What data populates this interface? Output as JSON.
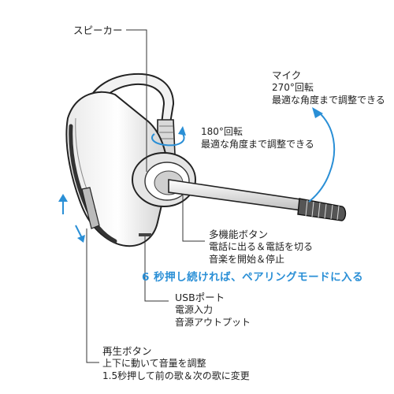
{
  "labels": {
    "speaker": "スピーカー",
    "mic": {
      "title": "マイク",
      "rotation": "270°回転",
      "adjust": "最適な角度まで調整できる"
    },
    "boom_rotation": {
      "rotation": "180°回転",
      "adjust": "最適な角度まで調整できる"
    },
    "multi_button": {
      "title": "多機能ボタン",
      "line1": "電話に出る＆電話を切る",
      "line2": "音楽を開始＆停止"
    },
    "pairing": "6 秒押し続ければ、ペアリングモードに入る",
    "usb_port": {
      "title": "USBポート",
      "line1": "電源入力",
      "line2": "音源アウトプット"
    },
    "play_button": {
      "title": "再生ボタン",
      "line1": "上下に動いて音量を調整",
      "line2": "1.5秒押して前の歌＆次の歌に変更"
    }
  },
  "colors": {
    "accent": "#2a8fd6",
    "line": "#333333",
    "device": "#222222"
  }
}
